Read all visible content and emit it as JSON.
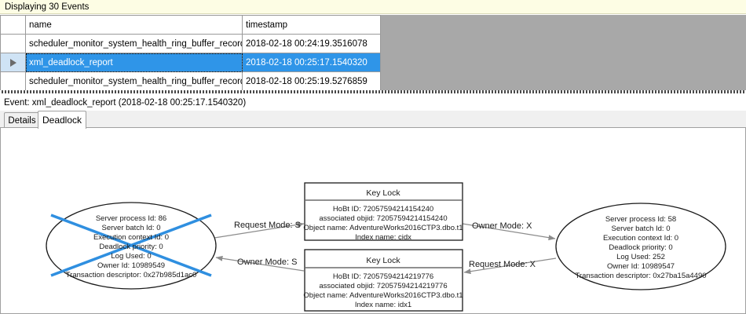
{
  "banner": {
    "text": "Displaying 30 Events"
  },
  "grid": {
    "columns": [
      "",
      "name",
      "timestamp"
    ],
    "rows": [
      {
        "selected": false,
        "indicator": false,
        "name": "scheduler_monitor_system_health_ring_buffer_recorded",
        "timestamp": "2018-02-18 00:24:19.3516078"
      },
      {
        "selected": true,
        "indicator": true,
        "name": "xml_deadlock_report",
        "timestamp": "2018-02-18 00:25:17.1540320"
      },
      {
        "selected": false,
        "indicator": false,
        "name": "scheduler_monitor_system_health_ring_buffer_recorded",
        "timestamp": "2018-02-18 00:25:19.5276859"
      }
    ],
    "selection_color": "#2f95e8"
  },
  "event_header": {
    "text": "Event: xml_deadlock_report (2018-02-18 00:25:17.1540320)"
  },
  "tabs": {
    "items": [
      {
        "label": "Details",
        "active": false
      },
      {
        "label": "Deadlock",
        "active": true
      }
    ]
  },
  "deadlock_graph": {
    "victim_marker_color": "#2f8fe0",
    "processes": [
      {
        "id": "process-left",
        "is_victim": true,
        "lines": [
          "Server process Id: 86",
          "Server batch Id: 0",
          "Execution context Id: 0",
          "Deadlock priority: 0",
          "Log Used: 0",
          "Owner Id: 10989549",
          "Transaction descriptor: 0x27b985d1ac0"
        ]
      },
      {
        "id": "process-right",
        "is_victim": false,
        "lines": [
          "Server process Id: 58",
          "Server batch Id: 0",
          "Execution context Id: 0",
          "Deadlock priority: 0",
          "Log Used: 252",
          "Owner Id: 10989547",
          "Transaction descriptor: 0x27ba15a4490"
        ]
      }
    ],
    "resources": [
      {
        "id": "keylock-top",
        "title": "Key Lock",
        "lines": [
          "HoBt ID: 72057594214154240",
          "associated objid: 72057594214154240",
          "Object name: AdventureWorks2016CTP3.dbo.t1",
          "Index name: cidx"
        ]
      },
      {
        "id": "keylock-bottom",
        "title": "Key Lock",
        "lines": [
          "HoBt ID: 72057594214219776",
          "associated objid: 72057594214219776",
          "Object name: AdventureWorks2016CTP3.dbo.t1",
          "Index name: idx1"
        ]
      }
    ],
    "edges": [
      {
        "id": "edge-request-s",
        "label": "Request Mode: S"
      },
      {
        "id": "edge-owner-x",
        "label": "Owner Mode: X"
      },
      {
        "id": "edge-owner-s",
        "label": "Owner Mode: S"
      },
      {
        "id": "edge-request-x",
        "label": "Request Mode: X"
      }
    ]
  }
}
